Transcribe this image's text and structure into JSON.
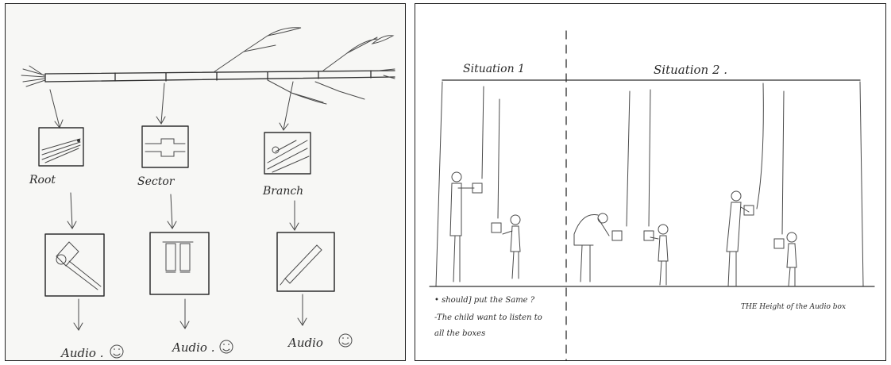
{
  "left_sketch": {
    "parts": [
      {
        "label": "Root"
      },
      {
        "label": "Sector"
      },
      {
        "label": "Branch"
      }
    ],
    "outputs": [
      {
        "label": "Audio ."
      },
      {
        "label": "Audio ."
      },
      {
        "label": "Audio"
      }
    ]
  },
  "right_sketch": {
    "situation_1": "Situation 1",
    "situation_2": "Situation 2 .",
    "notes": [
      "• should] put the Same ?",
      "-The child want to listen to",
      "all the boxes"
    ],
    "height_note": "THE Height of the Audio box"
  }
}
